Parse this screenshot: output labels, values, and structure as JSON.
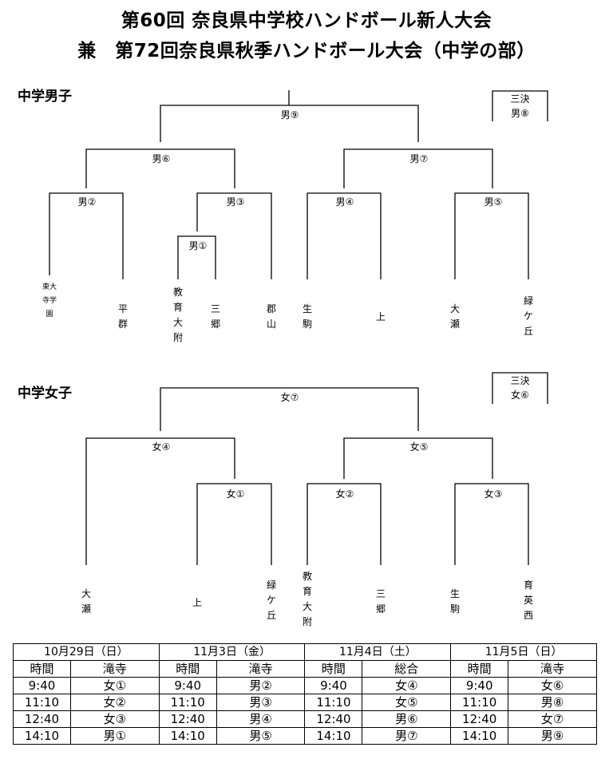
{
  "title": {
    "line1": "第60回 奈良県中学校ハンドボール新人大会",
    "line2": "兼　第72回奈良県秋季ハンドボール大会（中学の部）"
  },
  "boys": {
    "heading": "中学男子",
    "matches": {
      "m1": "男①",
      "m2": "男②",
      "m3": "男③",
      "m4": "男④",
      "m5": "男⑤",
      "m6": "男⑥",
      "m7": "男⑦",
      "m9": "男⑨"
    },
    "third_place": {
      "label": "三決",
      "match": "男⑧"
    },
    "teams": [
      "東大寺学園",
      "平群",
      "教育大附",
      "三郷",
      "郡山",
      "生駒",
      "上",
      "大瀬",
      "緑ケ丘"
    ]
  },
  "girls": {
    "heading": "中学女子",
    "matches": {
      "m1": "女①",
      "m2": "女②",
      "m3": "女③",
      "m4": "女④",
      "m5": "女⑤",
      "m7": "女⑦"
    },
    "third_place": {
      "label": "三決",
      "match": "女⑥"
    },
    "teams": [
      "大瀬",
      "上",
      "緑ケ丘",
      "教育大附",
      "三郷",
      "生駒",
      "育英西"
    ]
  },
  "schedule": {
    "days": [
      "10月29日（日）",
      "11月3日（金）",
      "11月4日（土）",
      "11月5日（日）"
    ],
    "headers": [
      {
        "time": "時間",
        "venue": "滝寺"
      },
      {
        "time": "時間",
        "venue": "滝寺"
      },
      {
        "time": "時間",
        "venue": "総合"
      },
      {
        "time": "時間",
        "venue": "滝寺"
      }
    ],
    "rows": [
      [
        "9:40",
        "女①",
        "9:40",
        "男②",
        "9:40",
        "女④",
        "9:40",
        "女⑥"
      ],
      [
        "11:10",
        "女②",
        "11:10",
        "男③",
        "11:10",
        "女⑤",
        "11:10",
        "男⑧"
      ],
      [
        "12:40",
        "女③",
        "12:40",
        "男④",
        "12:40",
        "男⑥",
        "12:40",
        "女⑦"
      ],
      [
        "14:10",
        "男①",
        "14:10",
        "男⑤",
        "14:10",
        "男⑦",
        "14:10",
        "男⑨"
      ]
    ]
  }
}
